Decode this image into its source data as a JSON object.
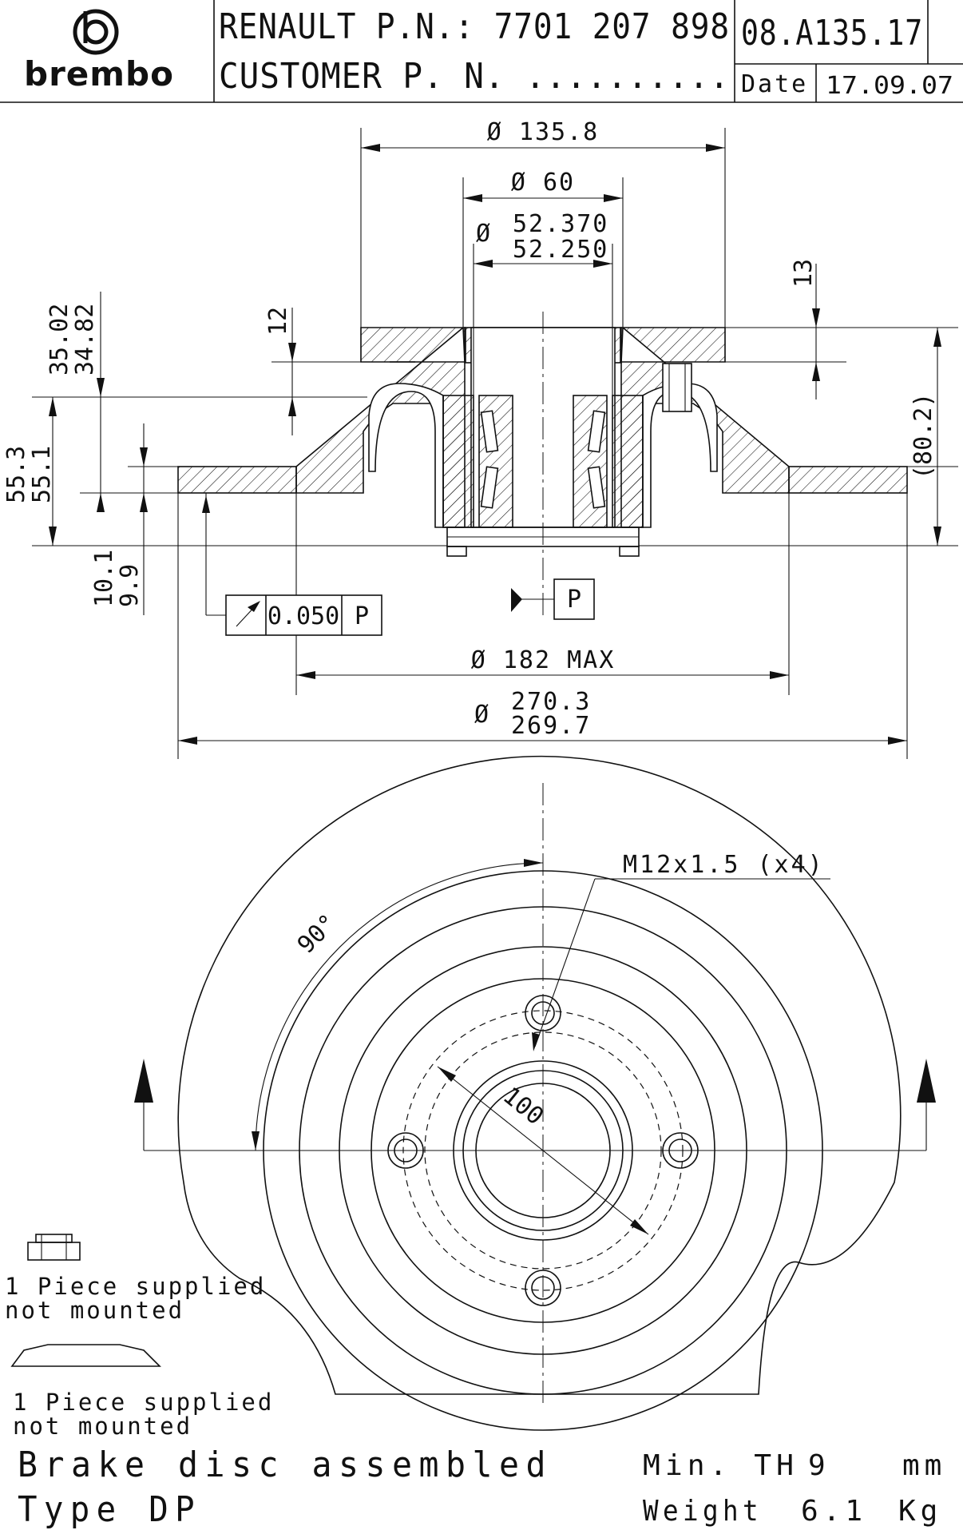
{
  "title_block": {
    "brand": "brembo",
    "renault_pn": "RENAULT P.N.: 7701 207 898",
    "customer_pn": "CUSTOMER P. N. ..........",
    "part_code": "08.A135.17",
    "date_label": "Date",
    "date_value": "17.09.07"
  },
  "section_view": {
    "dim_d135": "Ø 135.8",
    "dim_d60": "Ø 60",
    "dim_d52_sym": "Ø",
    "dim_d52_max": "52.370",
    "dim_d52_min": "52.250",
    "dim_13": "13",
    "dim_12": "12",
    "dim_35_max": "35.02",
    "dim_35_min": "34.82",
    "dim_55_max": "55.3",
    "dim_55_min": "55.1",
    "dim_10_max": "10.1",
    "dim_10_min": "9.9",
    "dim_80": "(80.2)",
    "datum_p": "P",
    "runout_value": "0.050",
    "runout_datum": "P",
    "dim_d182": "Ø 182 MAX",
    "dim_d270_sym": "Ø",
    "dim_d270_max": "270.3",
    "dim_d270_min": "269.7"
  },
  "front_view": {
    "thread": "M12x1.5 (x4)",
    "angle": "90°",
    "pcd": "100"
  },
  "notes": {
    "nut_line1": "1 Piece supplied",
    "nut_line2": "not mounted",
    "cap_line1": "1 Piece supplied",
    "cap_line2": "not mounted"
  },
  "footer": {
    "desc_line1": "Brake disc assembled",
    "desc_line2": "Type DP",
    "min_th_label": "Min. TH",
    "min_th_value": "9",
    "min_th_unit": "mm",
    "weight_label": "Weight",
    "weight_value": "6.1",
    "weight_unit": "Kg"
  }
}
